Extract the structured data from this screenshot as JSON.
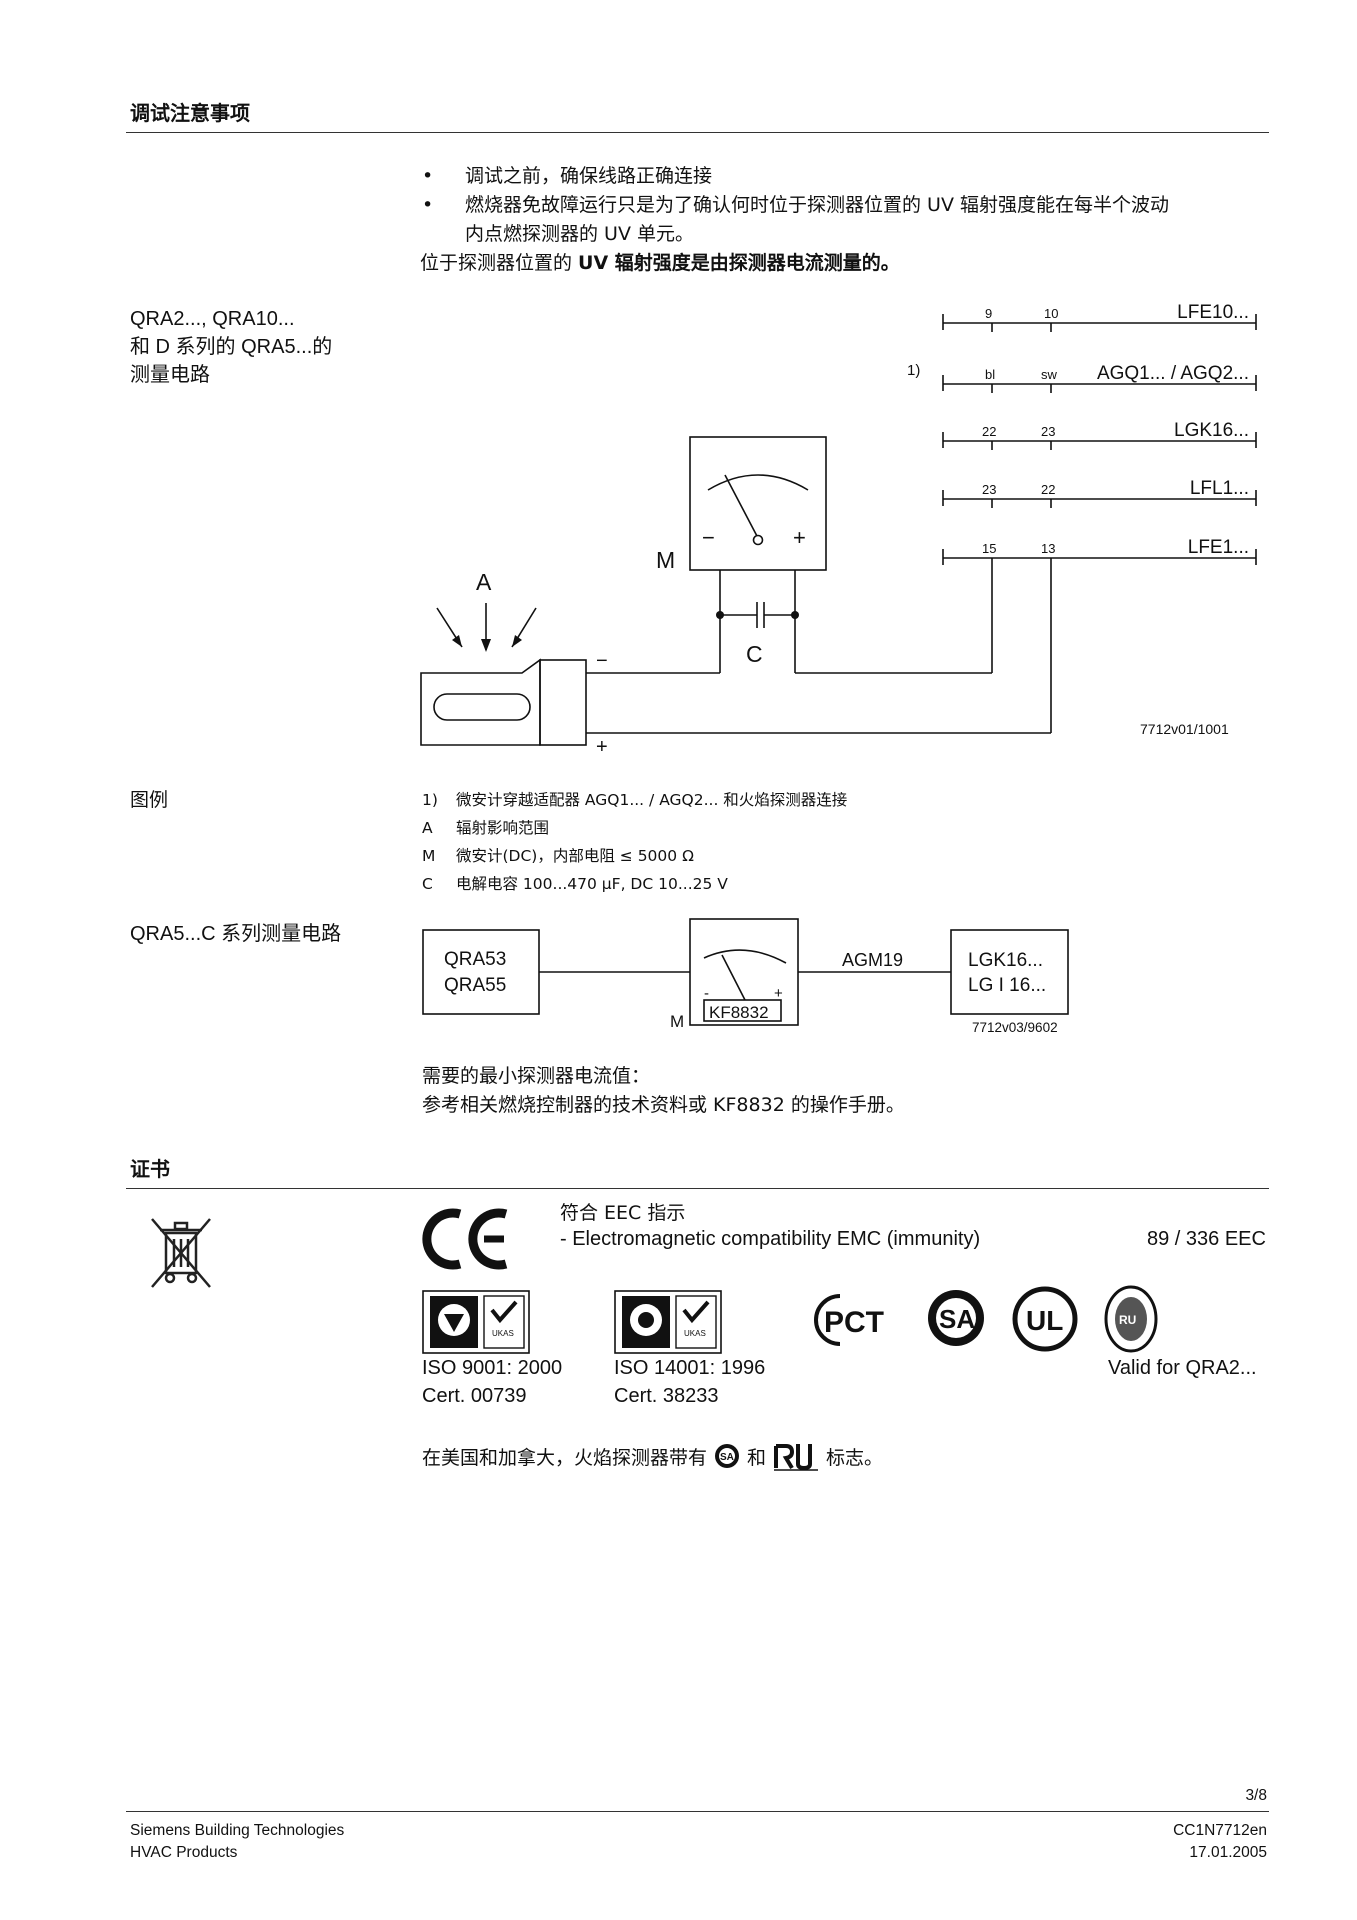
{
  "sections": {
    "commissioning": "调试注意事项",
    "certificates": "证书"
  },
  "commissioning": {
    "bullets": [
      "调试之前，确保线路正确连接",
      "燃烧器免故障运行只是为了确认何时位于探测器位置的 UV 辐射强度能在每半个波动",
      "内点燃探测器的 UV 单元。"
    ],
    "note_plain": "位于探测器位置的 ",
    "note_bold": "UV 辐射强度是由探测器电流测量的。"
  },
  "circuit1": {
    "side_label": [
      "QRA2..., QRA10...",
      "和 D 系列的 QRA5...的",
      "测量电路"
    ],
    "rails": [
      {
        "left": "9",
        "right": "10",
        "name": "LFE10..."
      },
      {
        "left": "bl",
        "right": "sw",
        "name": "AGQ1... / AGQ2..."
      },
      {
        "left": "22",
        "right": "23",
        "name": "LGK16..."
      },
      {
        "left": "23",
        "right": "22",
        "name": "LFL1..."
      },
      {
        "left": "15",
        "right": "13",
        "name": "LFE1..."
      }
    ],
    "rail_marker": "1)",
    "meter_minus": "−",
    "meter_plus": "+",
    "meter_label": "M",
    "radiation_label": "A",
    "capacitor_label": "C",
    "detector_minus": "−",
    "detector_plus": "+",
    "drawing_number": "7712v01/1001"
  },
  "legend": {
    "title": "图例",
    "items": [
      {
        "key": "1)",
        "text": "微安计穿越适配器 AGQ1... / AGQ2... 和火焰探测器连接"
      },
      {
        "key": "A",
        "text": "辐射影响范围"
      },
      {
        "key": "M",
        "text": "微安计(DC)，内部电阻 ≤ 5000 Ω"
      },
      {
        "key": "C",
        "text": "电解电容 100...470 μF, DC 10...25 V"
      }
    ]
  },
  "circuit2": {
    "side_label": "QRA5...C 系列测量电路",
    "box1": [
      "QRA53",
      "QRA55"
    ],
    "meter_minus": "-",
    "meter_plus": "+",
    "meter_name": "KF8832",
    "meter_label": "M",
    "cable": "AGM19",
    "box2": [
      "LGK16...",
      "LG I 16..."
    ],
    "drawing_number": "7712v03/9602"
  },
  "min_current": {
    "line1": "需要的最小探测器电流值：",
    "line2": "参考相关燃烧控制器的技术资料或 KF8832 的操作手册。"
  },
  "certs": {
    "eec_title": "符合 EEC 指示",
    "emc_line": "- Electromagnetic compatibility EMC (immunity)",
    "emc_code": "89 / 336 EEC",
    "iso1": [
      "ISO 9001: 2000",
      "Cert. 00739"
    ],
    "iso2": [
      "ISO 14001: 1996",
      "Cert. 38233"
    ],
    "valid_for": "Valid for QRA2...",
    "csa_pre": "在美国和加拿大，火焰探测器带有",
    "csa_and": "和",
    "csa_post": "标志。",
    "logo_ce": "CE",
    "logo_pct": "PCT",
    "logo_sa": "SA",
    "logo_ul": "UL",
    "logo_ru": "RU",
    "logo_ukas": "UKAS"
  },
  "footer": {
    "page": "3/8",
    "company": "Siemens Building Technologies",
    "division": "HVAC Products",
    "doc_id": "CC1N7712en",
    "date": "17.01.2005"
  }
}
